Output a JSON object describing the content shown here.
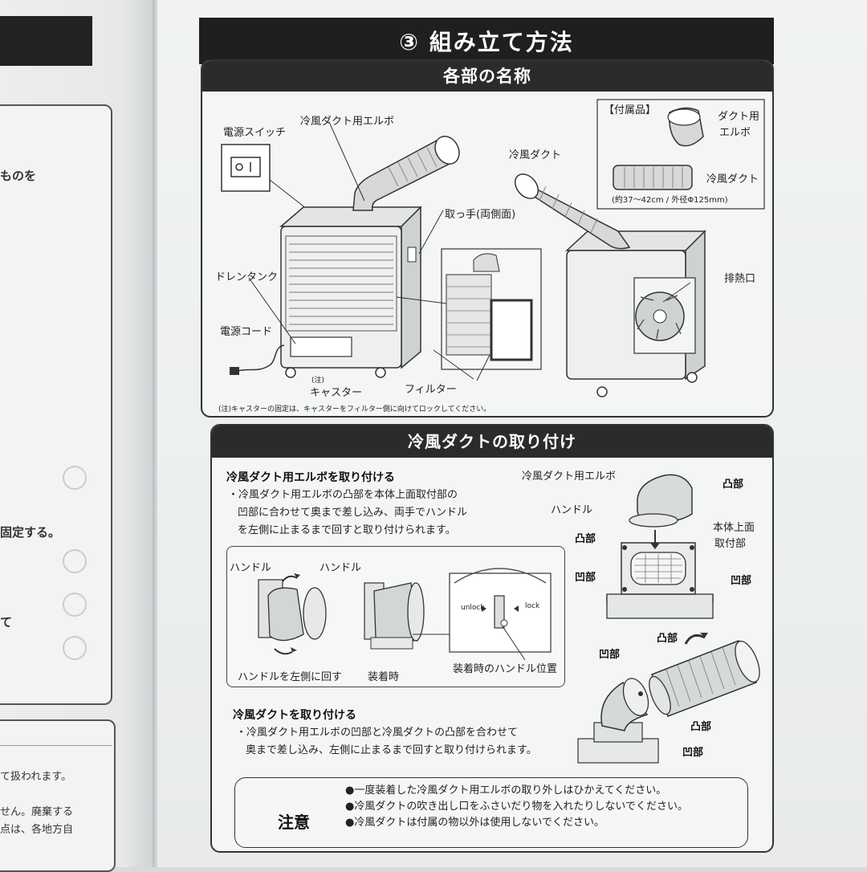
{
  "left_page": {
    "fragment_1": "ものを",
    "fragment_2": "固定する。",
    "fragment_3": "て",
    "fragment_4": "て扱われます。",
    "fragment_5": "せん。廃棄する",
    "fragment_6": "点は、各地方自"
  },
  "header": {
    "title": "③ 組み立て方法"
  },
  "parts": {
    "title": "各部の名称",
    "power_switch": "電源スイッチ",
    "elbow": "冷風ダクト用エルボ",
    "duct": "冷風ダクト",
    "handle_sides": "取っ手(両側面)",
    "drain_tank": "ドレンタンク",
    "power_cord": "電源コード",
    "caster_note_mark": "(注)",
    "caster": "キャスター",
    "filter": "フィルター",
    "exhaust": "排熱口",
    "caster_note": "(注)キャスターの固定は、キャスターをフィルター側に向けてロックしてください。",
    "accessories": {
      "title": "【付属品】",
      "elbow_line1": "ダクト用",
      "elbow_line2": "エルボ",
      "duct": "冷風ダクト",
      "duct_size": "(約37～42cm / 外径Φ125mm)"
    }
  },
  "mounting": {
    "title": "冷風ダクトの取り付け",
    "step1_title": "冷風ダクト用エルボを取り付ける",
    "step1_lines": [
      "・冷風ダクト用エルボの凸部を本体上面取付部の",
      "凹部に合わせて奥まで差し込み、両手でハンドル",
      "を左側に止まるまで回すと取り付けられます。"
    ],
    "handle_label_1": "ハンドル",
    "handle_label_2": "ハンドル",
    "caption_turn_left": "ハンドルを左側に回す",
    "caption_attached": "装着時",
    "caption_position": "装着時のハンドル位置",
    "unlock": "unlock",
    "lock": "lock",
    "diagram_elbow": "冷風ダクト用エルボ",
    "diagram_handle": "ハンドル",
    "convex_1": "凸部",
    "convex_2": "凸部",
    "concave_1": "凹部",
    "concave_2": "凹部",
    "top_mount_line1": "本体上面",
    "top_mount_line2": "取付部",
    "step2_title": "冷風ダクトを取り付ける",
    "step2_lines": [
      "・冷風ダクト用エルボの凹部と冷風ダクトの凸部を合わせて",
      "奥まで差し込み、左側に止まるまで回すと取り付けられます。"
    ],
    "d2_concave": "凹部",
    "d2_convex": "凸部",
    "d2_convex_2": "凸部",
    "d2_concave_2": "凹部"
  },
  "caution": {
    "label": "注意",
    "items": [
      "●一度装着した冷風ダクト用エルボの取り外しはひかえてください。",
      "●冷風ダクトの吹き出し口をふさいだり物を入れたりしないでください。",
      "●冷風ダクトは付属の物以外は使用しないでください。"
    ]
  }
}
